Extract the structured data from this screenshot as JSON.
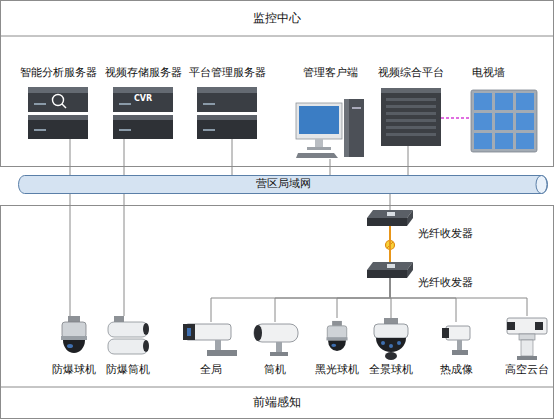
{
  "diagram": {
    "nodes": [
      {
        "text": [
          "监控中心"
        ]
      },
      {
        "text": [
          "智能分析服务器"
        ],
        "in": 0
      },
      {
        "text": [
          "视频存储服务器",
          "CVR"
        ],
        "in": 0
      },
      {
        "text": [
          "平台管理服务器"
        ],
        "in": 0
      },
      {
        "text": [
          "管理客户端"
        ],
        "in": 0
      },
      {
        "text": [
          "视频综合平台"
        ],
        "in": 0
      },
      {
        "text": [
          "电视墙"
        ],
        "in": 0
      },
      {
        "text": [
          "营区局域网"
        ]
      },
      {
        "text": [
          "前端感知"
        ]
      },
      {
        "text": [
          "光纤收发器"
        ],
        "in": 8
      },
      {
        "text": [
          "光纤收发器"
        ],
        "in": 8
      },
      {
        "text": [
          "防爆球机"
        ],
        "in": 8
      },
      {
        "text": [
          "防爆筒机"
        ],
        "in": 8
      },
      {
        "text": [
          "全局"
        ],
        "in": 8
      },
      {
        "text": [
          "筒机"
        ],
        "in": 8
      },
      {
        "text": [
          "黑光球机"
        ],
        "in": 8
      },
      {
        "text": [
          "全景球机"
        ],
        "in": 8
      },
      {
        "text": [
          "热成像"
        ],
        "in": 8
      },
      {
        "text": [
          "高空云台"
        ],
        "in": 8
      }
    ],
    "edges": [
      {
        "from": 1,
        "to": 7,
        "arrow": "none"
      },
      {
        "from": 2,
        "to": 7,
        "arrow": "none"
      },
      {
        "from": 3,
        "to": 7,
        "arrow": "none"
      },
      {
        "from": 4,
        "to": 7,
        "arrow": "none"
      },
      {
        "from": 5,
        "to": 7,
        "arrow": "none"
      },
      {
        "from": 5,
        "to": 6,
        "arrow": "none"
      },
      {
        "from": 7,
        "to": 11,
        "arrow": "none"
      },
      {
        "from": 7,
        "to": 12,
        "arrow": "none"
      },
      {
        "from": 7,
        "to": 9,
        "arrow": "none"
      },
      {
        "from": 9,
        "to": 10,
        "arrow": "none"
      },
      {
        "from": 10,
        "to": 13,
        "arrow": "none"
      },
      {
        "from": 10,
        "to": 14,
        "arrow": "none"
      },
      {
        "from": 10,
        "to": 15,
        "arrow": "none"
      },
      {
        "from": 10,
        "to": 16,
        "arrow": "none"
      },
      {
        "from": 10,
        "to": 17,
        "arrow": "none"
      },
      {
        "from": 10,
        "to": 18,
        "arrow": "none"
      }
    ]
  }
}
